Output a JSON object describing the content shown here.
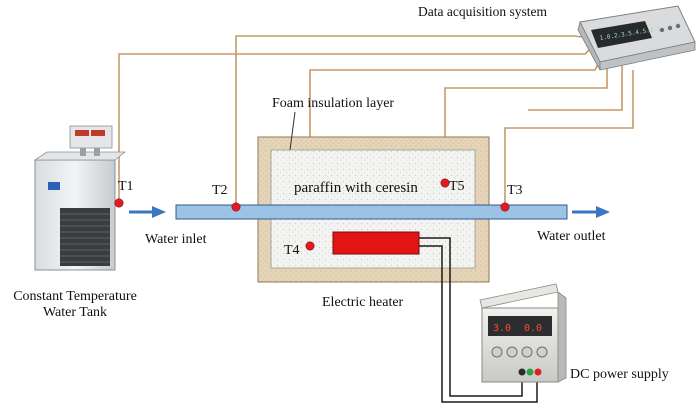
{
  "labels": {
    "daq": "Data acquisition system",
    "foam": "Foam insulation layer",
    "paraffin": "paraffin with ceresin",
    "water_inlet": "Water inlet",
    "water_outlet": "Water outlet",
    "heater": "Electric heater",
    "tank_line1": "Constant Temperature",
    "tank_line2": "Water Tank",
    "dc_power": "DC power supply",
    "daq_display": "1.0.2.3.5.4.5.3.1",
    "psu_display_v": "3.0",
    "psu_display_a": "0.0"
  },
  "thermocouples": [
    "T1",
    "T2",
    "T3",
    "T4",
    "T5"
  ],
  "colors": {
    "wire": "#c79a68",
    "pipe": "#9cc3e6",
    "pipe_edge": "#2f5b8a",
    "arrow": "#3a76c4",
    "sensor": "#e01b24",
    "heater": "#e31414",
    "foam": "#e8d7bd",
    "chamber": "#f4f4f2",
    "cable": "#1a1a1a"
  }
}
